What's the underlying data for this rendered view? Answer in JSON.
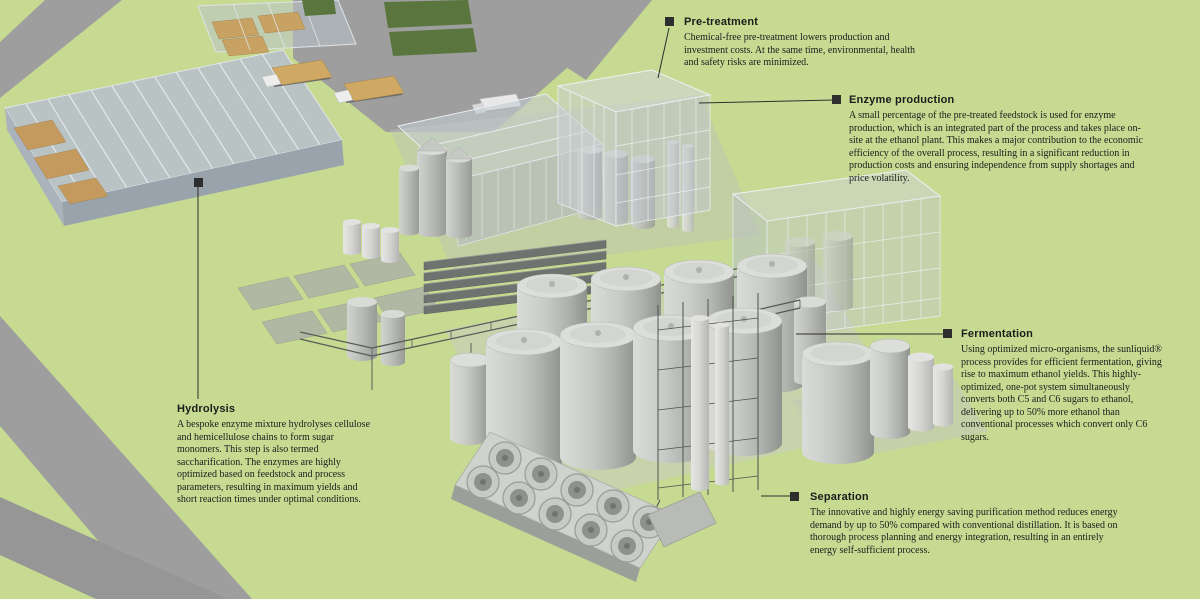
{
  "scene": {
    "colors": {
      "background": "#c6da92",
      "road": "#9e9e9e",
      "text": "#1c1c1c",
      "leader": "#2e2e2e"
    },
    "illustration_parts": [
      "feedstock-warehouse",
      "feedstock-canopy",
      "trucks",
      "roads",
      "pretreatment-glass-tower",
      "process-hall",
      "enzyme-glass-hall",
      "silos",
      "fermentation-tanks",
      "separation-towers",
      "cooling-towers",
      "storage-tanks",
      "pipe-bridges"
    ]
  },
  "annotations": {
    "pretreatment": {
      "title": "Pre-treatment",
      "body": "Chemical-free pre-treatment lowers production and investment costs. At the same time, environmental, health and safety risks are minimized."
    },
    "enzyme": {
      "title": "Enzyme production",
      "body": "A small percentage of the pre-treated feedstock is used for enzyme production, which is an integrated part of the process and takes place on-site at the ethanol plant. This makes a major contribution to the economic efficiency of the overall process, resulting in a significant reduction in production costs and ensuring independence from supply shortages and price volatility."
    },
    "fermentation": {
      "title": "Fermentation",
      "body": "Using optimized micro-organisms, the sunliquid® process provides for efficient fermentation, giving rise to maximum ethanol yields. This highly-optimized, one-pot system simultaneously converts both C5 and C6 sugars to ethanol, delivering up to 50% more ethanol than conventional processes which convert only C6 sugars."
    },
    "hydrolysis": {
      "title": "Hydrolysis",
      "body": "A bespoke enzyme mixture hydrolyses cellulose and hemicellulose chains to form sugar monomers. This step is also termed saccharification. The enzymes are highly optimized based on feedstock and process parameters, resulting in maximum yields and short reaction times under optimal conditions."
    },
    "separation": {
      "title": "Separation",
      "body": "The innovative and highly energy saving purification method reduces energy demand by up to 50% compared with conventional distillation. It is based on thorough process planning and energy integration, resulting in an entirely energy self-sufficient process."
    }
  }
}
